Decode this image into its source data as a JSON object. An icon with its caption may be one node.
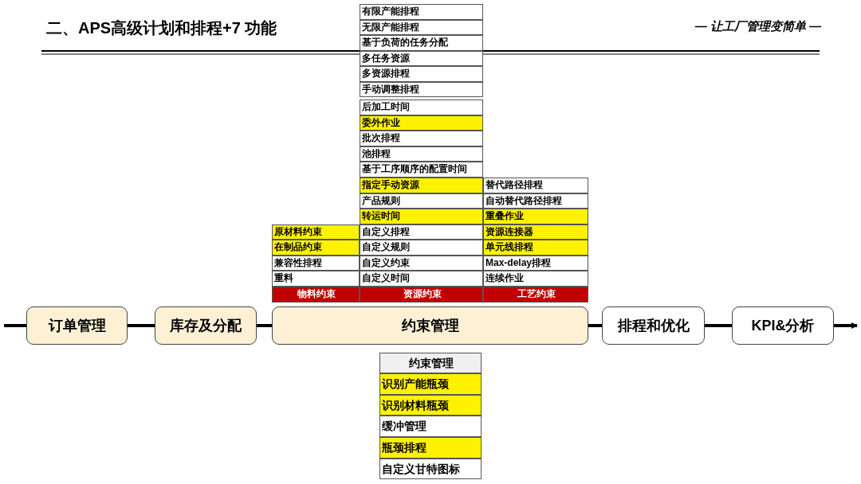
{
  "diagram": {
    "title": "二、APS高级计划和排程+7 功能",
    "nodes": [
      {
        "text": [
          "订单管理"
        ]
      },
      {
        "text": [
          "库存及分配"
        ]
      },
      {
        "text": [
          "约束管理"
        ]
      },
      {
        "text": [
          "排程和优化"
        ]
      },
      {
        "text": [
          "KPI&分析"
        ]
      }
    ],
    "edges": [
      {
        "from": null,
        "to": 0,
        "arrow": "none"
      },
      {
        "from": 0,
        "to": 1,
        "arrow": "none"
      },
      {
        "from": 1,
        "to": 2,
        "arrow": "none"
      },
      {
        "from": 2,
        "to": 3,
        "arrow": "none"
      },
      {
        "from": 3,
        "to": 4,
        "arrow": "none"
      },
      {
        "from": 4,
        "to": null,
        "arrow": "to"
      }
    ],
    "labels": [
      "— 让工厂管理变简单 —",
      "有限产能排程",
      "无限产能排程",
      "基于负荷的任务分配",
      "多任务资源",
      "多资源排程",
      "手动调整排程",
      "后加工时间",
      "委外作业",
      "批次排程",
      "池排程",
      "基于工序顺序的配置时间",
      "指定手动资源",
      "替代路径排程",
      "产品规则",
      "自动替代路径排程",
      "转运时间",
      "重叠作业",
      "原材料约束",
      "自定义排程",
      "资源连接器",
      "在制品约束",
      "自定义规则",
      "单元线排程",
      "兼容性排程",
      "自定义约束",
      "Max-delay排程",
      "重料",
      "自定义时间",
      "连续作业",
      "物料约束",
      "资源约束",
      "工艺约束",
      "约束管理",
      "识别产能瓶颈",
      "识别材料瓶颈",
      "缓冲管理",
      "瓶颈排程",
      "自定义甘特图标"
    ]
  }
}
